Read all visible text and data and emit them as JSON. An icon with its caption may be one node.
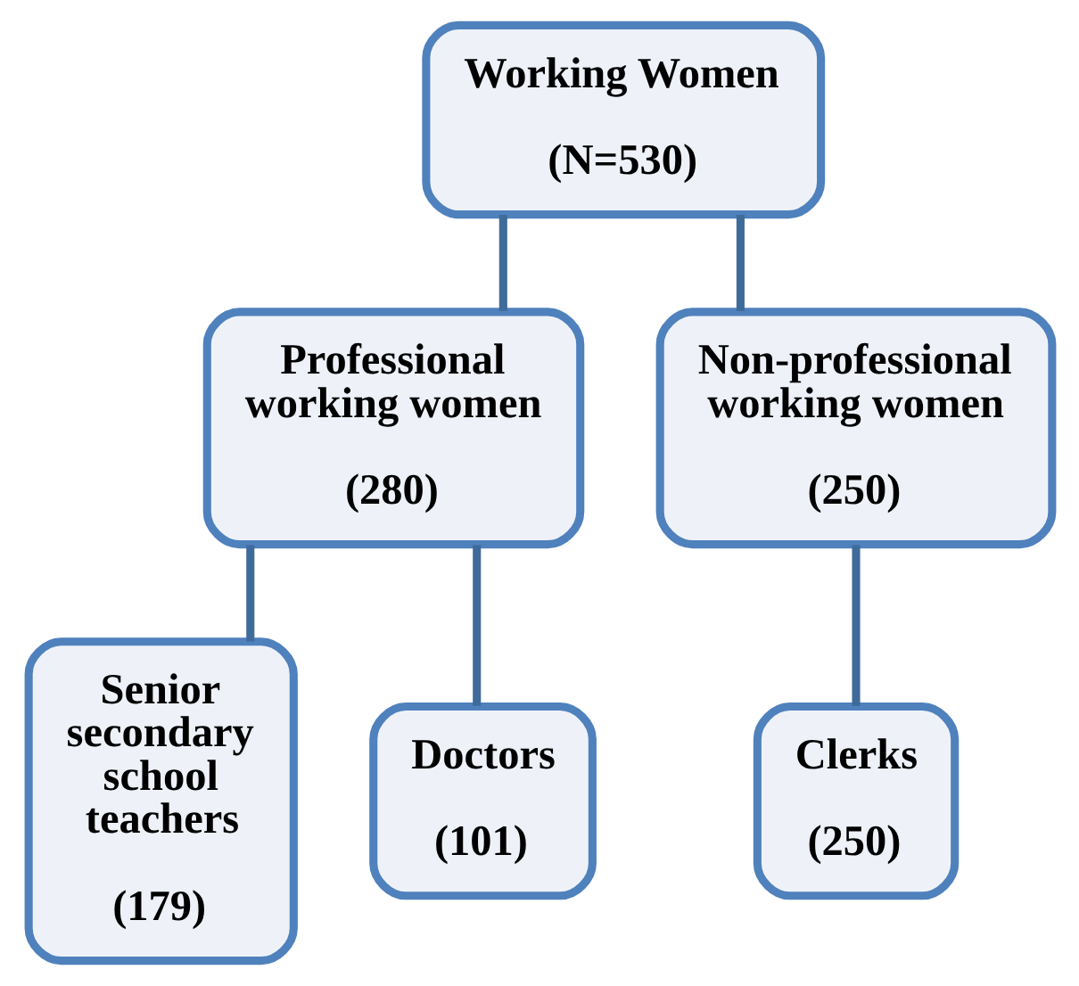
{
  "diagram": {
    "nodes": [
      {
        "text": [
          "Working Women",
          "(N=530)"
        ]
      },
      {
        "text": [
          "Professional working women",
          "(280)"
        ]
      },
      {
        "text": [
          "Non-professional working women",
          "(250)"
        ]
      },
      {
        "text": [
          "Senior secondary school teachers",
          "(179)"
        ]
      },
      {
        "text": [
          "Doctors",
          "(101)"
        ]
      },
      {
        "text": [
          "Clerks",
          "(250)"
        ]
      }
    ],
    "edges": [
      {
        "from": 0,
        "to": 1,
        "arrow": "none"
      },
      {
        "from": 0,
        "to": 2,
        "arrow": "none"
      },
      {
        "from": 1,
        "to": 3,
        "arrow": "none"
      },
      {
        "from": 1,
        "to": 4,
        "arrow": "none"
      },
      {
        "from": 2,
        "to": 5,
        "arrow": "none"
      }
    ]
  }
}
